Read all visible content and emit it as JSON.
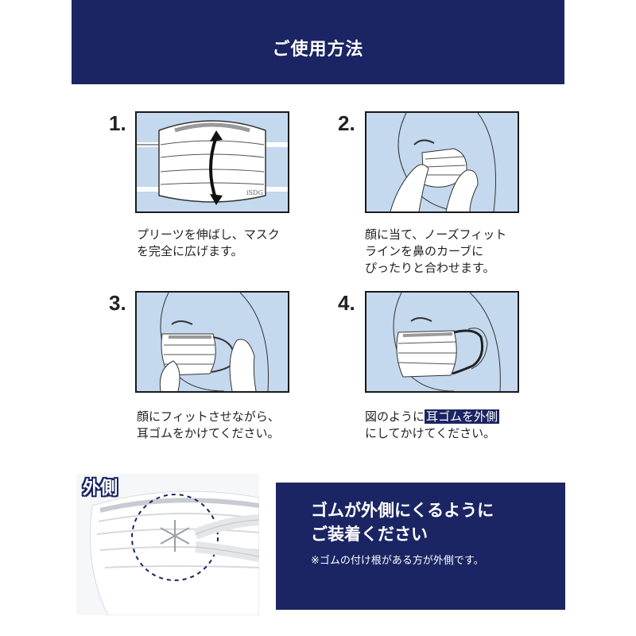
{
  "header": {
    "title": "ご使用方法"
  },
  "steps": [
    {
      "number": "1.",
      "caption_lines": [
        "プリーツを伸ばし、マスク",
        "を完全に広げます。"
      ],
      "mask_brand": "iSDG"
    },
    {
      "number": "2.",
      "caption_lines": [
        "顔に当て、ノーズフィット",
        "ラインを鼻のカーブに",
        "ぴったりと合わせます。"
      ]
    },
    {
      "number": "3.",
      "caption_lines": [
        "顔にフィットさせながら、",
        "耳ゴムをかけてください。"
      ]
    },
    {
      "number": "4.",
      "caption_pre": "図のように",
      "caption_highlight": "耳ゴムを外側",
      "caption_line2": "にしてかけてください。"
    }
  ],
  "bottom": {
    "outer_label": "外側",
    "line1": "ゴムが外側にくるように",
    "line2": "ご装着ください",
    "note": "※ゴムの付け根がある方が外側です。"
  },
  "colors": {
    "navy": "#1b2563",
    "panel_blue": "#c4d8ee",
    "background": "#ffffff"
  }
}
